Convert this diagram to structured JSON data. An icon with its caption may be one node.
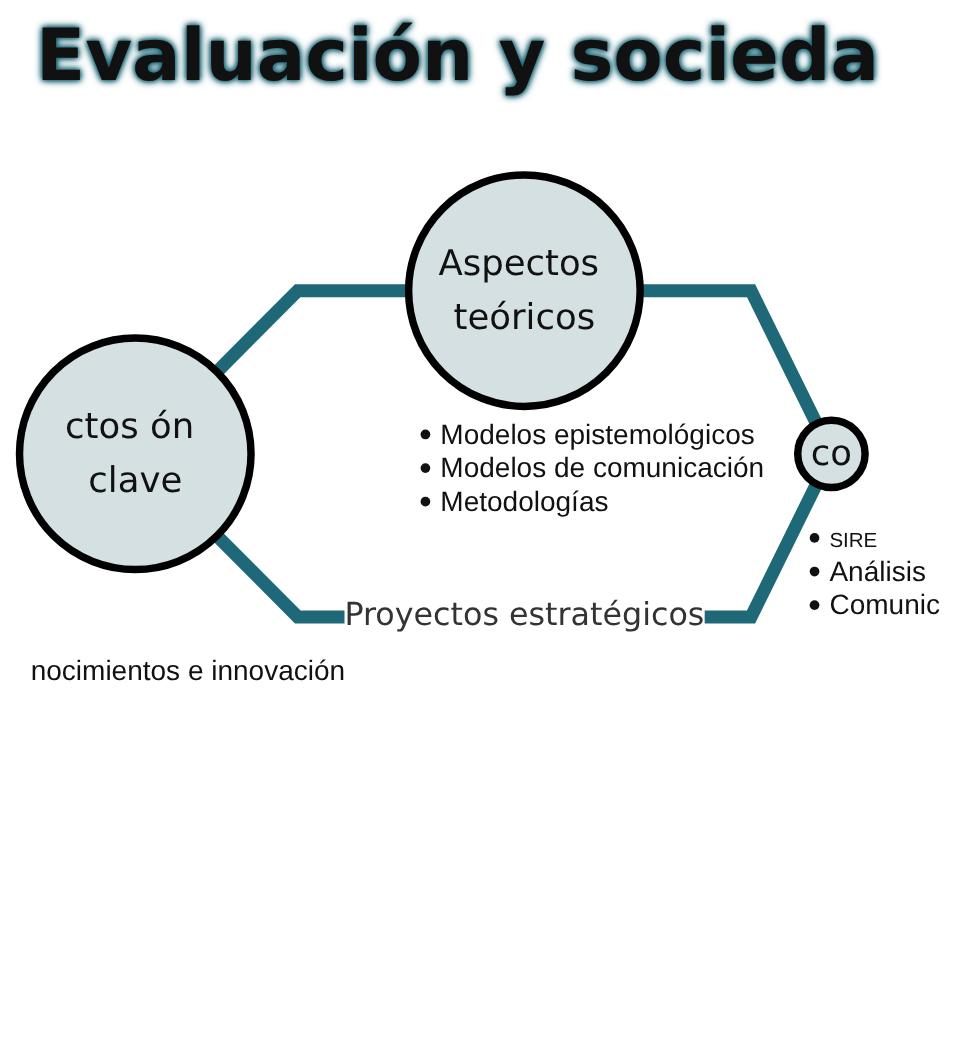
{
  "diagram": {
    "title": "Evaluación y socieda",
    "nodes": [
      {
        "text": [
          "Aspectos teóricos"
        ],
        "beside": [
          "Modelos epistemológicos",
          "Modelos de comunicación",
          "Metodologías"
        ]
      },
      {
        "text": [
          "ctos ón clave"
        ],
        "beside": [
          "nocimientos e innovación"
        ]
      },
      {
        "text": [
          "co"
        ],
        "beside": [
          "SIRE",
          "Análisis",
          "Comunic"
        ]
      }
    ],
    "edges": [
      {
        "from": 1,
        "to": 0,
        "arrow": "none"
      },
      {
        "from": 0,
        "to": 2,
        "arrow": "none"
      },
      {
        "from": 1,
        "to": 2,
        "arrow": "none",
        "label": "Proyectos estratégicos"
      }
    ]
  }
}
